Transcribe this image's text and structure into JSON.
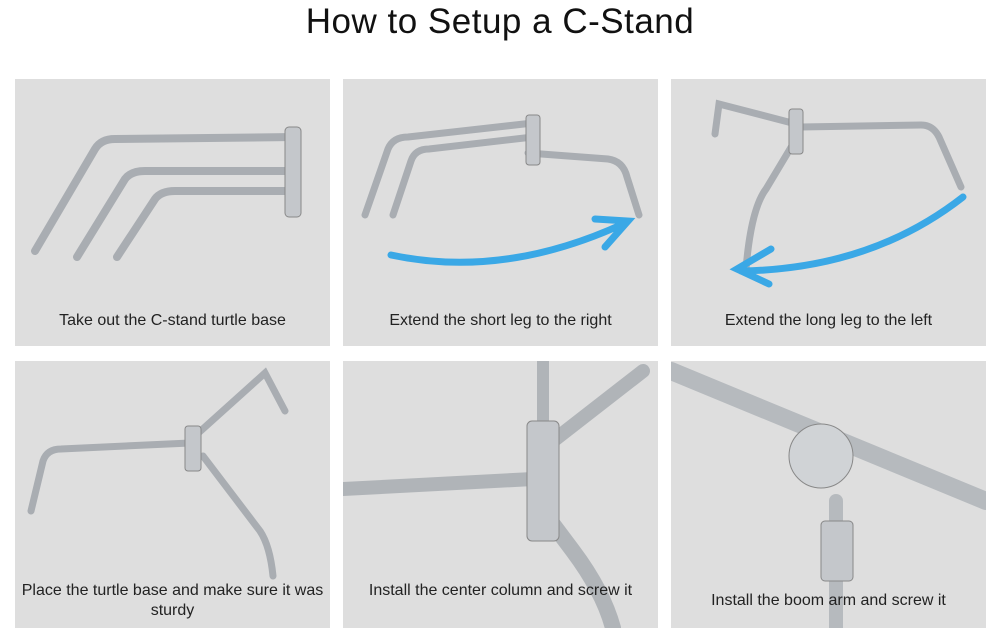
{
  "title": "How to Setup a C-Stand",
  "steps": [
    {
      "caption": "Take out the C-stand turtle base"
    },
    {
      "caption": "Extend the short leg to the right"
    },
    {
      "caption": "Extend the long leg to the left"
    },
    {
      "caption": "Place the turtle base and make sure it was sturdy"
    },
    {
      "caption": "Install the center column and screw it"
    },
    {
      "caption": "Install the boom arm and screw it"
    }
  ],
  "colors": {
    "panel_bg": "#dedede",
    "arrow": "#3aa8e6",
    "chrome": "#b8bcc0"
  }
}
